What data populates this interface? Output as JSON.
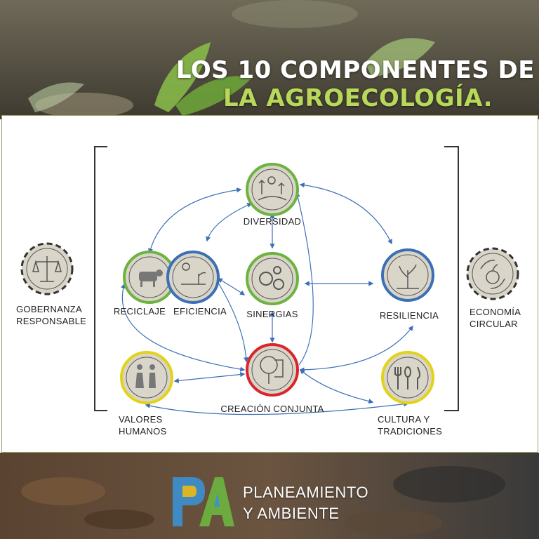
{
  "header": {
    "title_line1": "LOS 10 COMPONENTES DE",
    "title_line2": "LA AGROECOLOGÍA."
  },
  "diagram": {
    "components": {
      "diversidad": "DIVERSIDAD",
      "reciclaje": "RECICLAJE",
      "eficiencia": "EFICIENCIA",
      "sinergias": "SINERGIAS",
      "resiliencia": "RESILIENCIA",
      "creacion": "CREACIÓN CONJUNTA",
      "valores_1": "VALORES",
      "valores_2": "HUMANOS",
      "cultura_1": "CULTURA Y",
      "cultura_2": "TRADICIONES",
      "gobernanza_1": "GOBERNANZA",
      "gobernanza_2": "RESPONSABLE",
      "economia_1": "ECONOMÍA",
      "economia_2": "CIRCULAR"
    },
    "ring_colors": {
      "green": "#6db33f",
      "blue": "#3d6fb6",
      "red": "#d9262b",
      "yellow": "#e3d21b",
      "dashed": "#333333"
    }
  },
  "footer": {
    "brand_line1": "PLANEAMIENTO",
    "brand_line2": "Y AMBIENTE",
    "logo_letters": "PA"
  }
}
